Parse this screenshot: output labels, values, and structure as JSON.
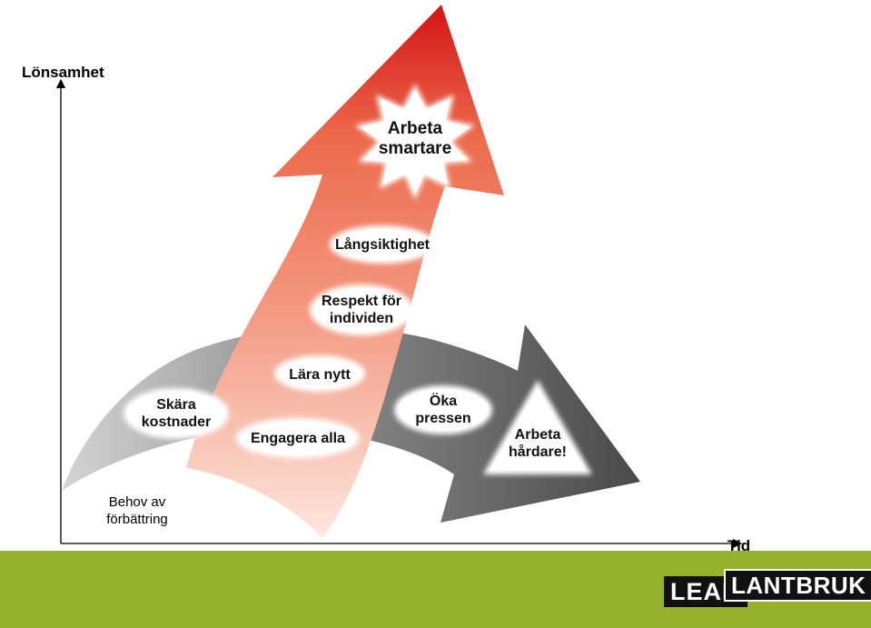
{
  "axes": {
    "y_label": "Lönsamhet",
    "x_label": "Tid"
  },
  "origin_note": [
    "Behov av",
    "förbättring"
  ],
  "grey_arrow_labels": {
    "cut_costs": [
      "Skära",
      "kostnader"
    ],
    "increase_pressure": [
      "Öka",
      "pressen"
    ],
    "work_harder": [
      "Arbeta",
      "hårdare!"
    ]
  },
  "red_arrow_labels": {
    "engage_all": [
      "Engagera alla"
    ],
    "learn_new": [
      "Lära nytt"
    ],
    "respect": [
      "Respekt för",
      "individen"
    ],
    "long_term": [
      "Långsiktighet"
    ],
    "work_smarter": [
      "Arbeta",
      "smartare"
    ]
  },
  "logo": {
    "part1": "LEAN",
    "part2": "LANTBRUK"
  },
  "colors": {
    "red_top": "#d81b1b",
    "red_mid": "#ee7055",
    "red_bottom": "#fde4dc",
    "grey_light": "#cccccc",
    "grey_dark": "#4e4e4e",
    "footer_green": "#93b12b"
  }
}
